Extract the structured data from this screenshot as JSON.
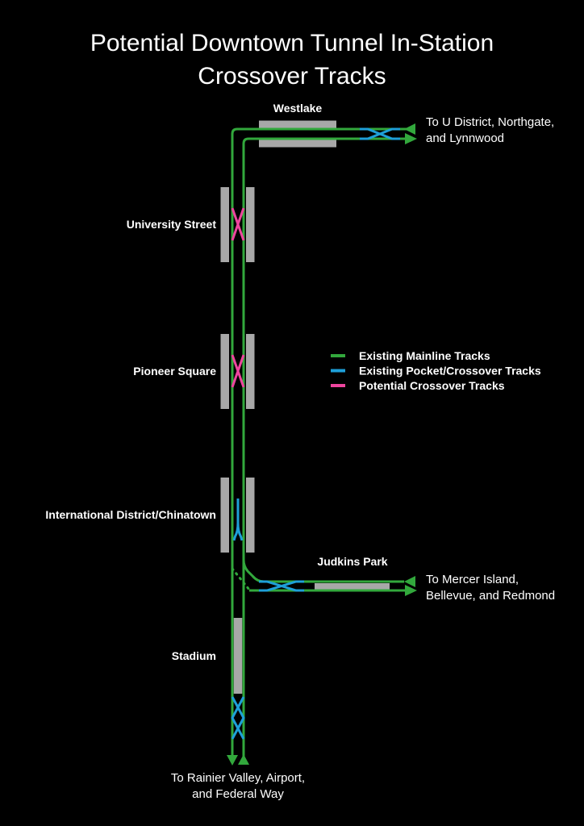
{
  "title": {
    "line1": "Potential Downtown Tunnel In-Station",
    "line2": "Crossover Tracks"
  },
  "stations": {
    "westlake": "Westlake",
    "university_street": "University Street",
    "pioneer_square": "Pioneer Square",
    "international_district": "International District/Chinatown",
    "judkins_park": "Judkins Park",
    "stadium": "Stadium"
  },
  "destinations": {
    "north": {
      "line1": "To U District, Northgate,",
      "line2": "and Lynnwood"
    },
    "east": {
      "line1": "To Mercer Island,",
      "line2": "Bellevue, and Redmond"
    },
    "south": {
      "line1": "To Rainier Valley, Airport,",
      "line2": "and Federal Way"
    }
  },
  "legend": {
    "items": [
      {
        "label": "Existing Mainline Tracks",
        "color": "#32a83c"
      },
      {
        "label": "Existing Pocket/Crossover Tracks",
        "color": "#1e9fd8"
      },
      {
        "label": "Potential Crossover Tracks",
        "color": "#ee459e"
      }
    ]
  },
  "colors": {
    "mainline_green": "#32a83c",
    "pocket_blue": "#1e9fd8",
    "potential_pink": "#ee459e",
    "platform_gray": "#a8a8a8",
    "background": "#000000",
    "text": "#ffffff"
  }
}
